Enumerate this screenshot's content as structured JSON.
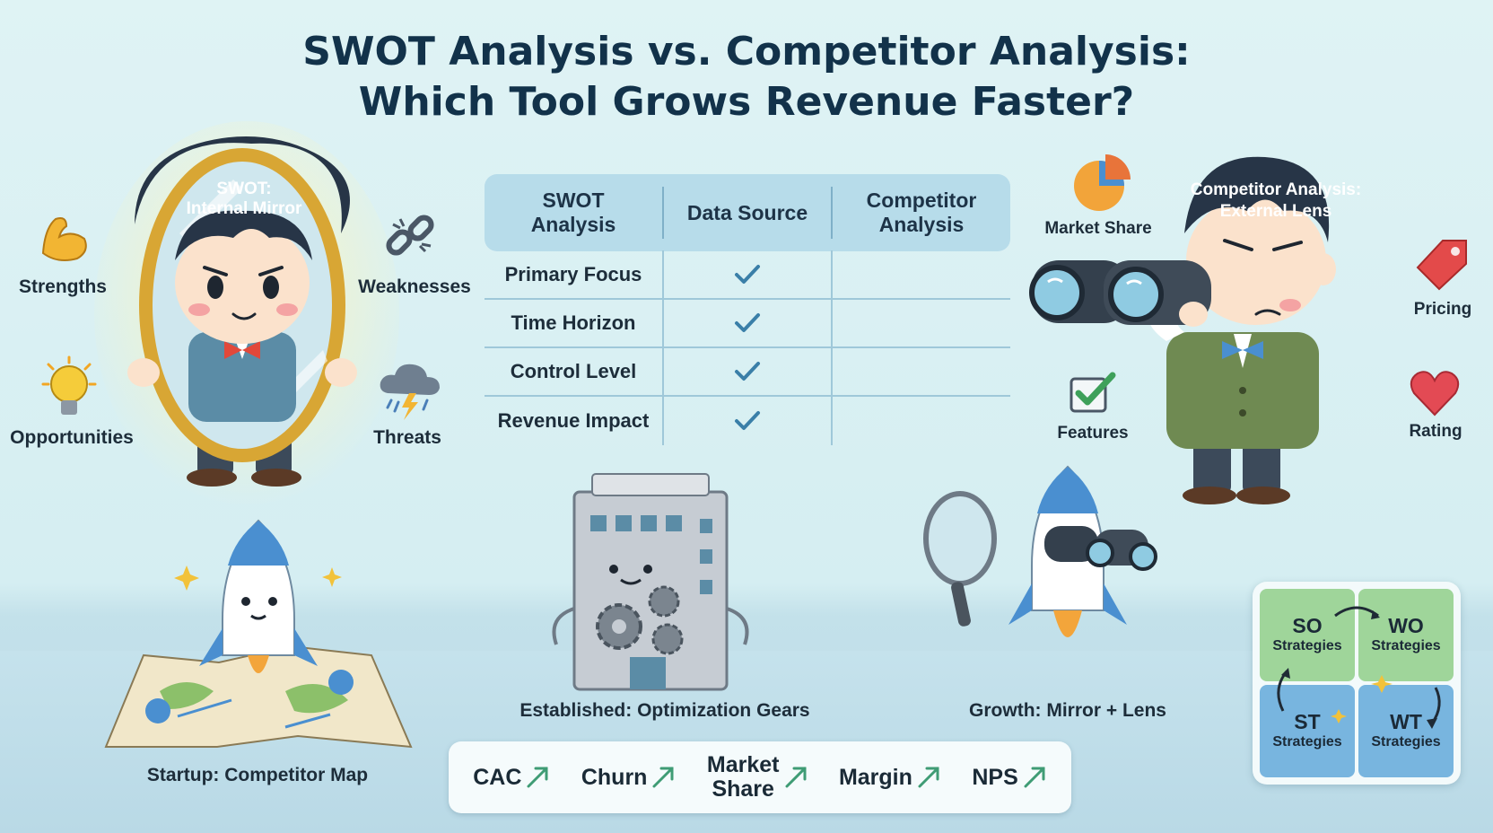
{
  "title": {
    "line1": "SWOT Analysis vs. Competitor Analysis:",
    "line2": "Which Tool Grows Revenue Faster?"
  },
  "swot_character": {
    "mirror_label_line1": "SWOT:",
    "mirror_label_line2": "Internal Mirror",
    "factors": {
      "strengths": "Strengths",
      "weaknesses": "Weaknesses",
      "opportunities": "Opportunities",
      "threats": "Threats"
    }
  },
  "competitor_character": {
    "label_line1": "Competitor Analysis:",
    "label_line2": "External Lens",
    "factors": {
      "market_share": "Market Share",
      "pricing": "Pricing",
      "features": "Features",
      "rating": "Rating"
    }
  },
  "comparison_table": {
    "headers": [
      "SWOT Analysis",
      "Data Source",
      "Competitor Analysis"
    ],
    "header_lines": [
      [
        "SWOT",
        "Analysis"
      ],
      [
        "Data Source"
      ],
      [
        "Competitor",
        "Analysis"
      ]
    ],
    "rows": [
      {
        "label": "Primary Focus",
        "data_source_check": true
      },
      {
        "label": "Time Horizon",
        "data_source_check": true
      },
      {
        "label": "Control Level",
        "data_source_check": true
      },
      {
        "label": "Revenue Impact",
        "data_source_check": true
      }
    ]
  },
  "scenarios": {
    "startup": "Startup: Competitor Map",
    "established": "Established: Optimization Gears",
    "growth": "Growth: Mirror + Lens"
  },
  "metrics": [
    {
      "label": "CAC",
      "label_lines": [
        "CAC"
      ],
      "trend": "up"
    },
    {
      "label": "Churn",
      "label_lines": [
        "Churn"
      ],
      "trend": "up"
    },
    {
      "label": "Market Share",
      "label_lines": [
        "Market",
        "Share"
      ],
      "trend": "up"
    },
    {
      "label": "Margin",
      "label_lines": [
        "Margin"
      ],
      "trend": "up"
    },
    {
      "label": "NPS",
      "label_lines": [
        "NPS"
      ],
      "trend": "up"
    }
  ],
  "swot_strategies": {
    "so": {
      "code": "SO",
      "word": "Strategies"
    },
    "wo": {
      "code": "WO",
      "word": "Strategies"
    },
    "st": {
      "code": "ST",
      "word": "Strategies"
    },
    "wt": {
      "code": "WT",
      "word": "Strategies"
    }
  },
  "colors": {
    "background": "#dff3f4",
    "title": "#12324a",
    "table_header": "#b7dcea",
    "check": "#3a7fa8",
    "trend_arrow": "#3f9c75",
    "swot_green": "#9fd59a",
    "swot_blue": "#78b5df",
    "mirror_frame": "#d8a634",
    "rocket_flame": "#f3a53b"
  },
  "icons": [
    "flexed-arm-icon",
    "broken-chain-icon",
    "lightbulb-icon",
    "storm-cloud-icon",
    "pie-chart-icon",
    "price-tag-icon",
    "checkbox-icon",
    "heart-icon",
    "checkmark-icon",
    "trend-up-arrow-icon",
    "sparkle-icon",
    "rocket-icon",
    "map-icon",
    "building-icon",
    "gear-icon",
    "magnifier-icon",
    "binoculars-icon",
    "cycle-arrow-icon"
  ]
}
